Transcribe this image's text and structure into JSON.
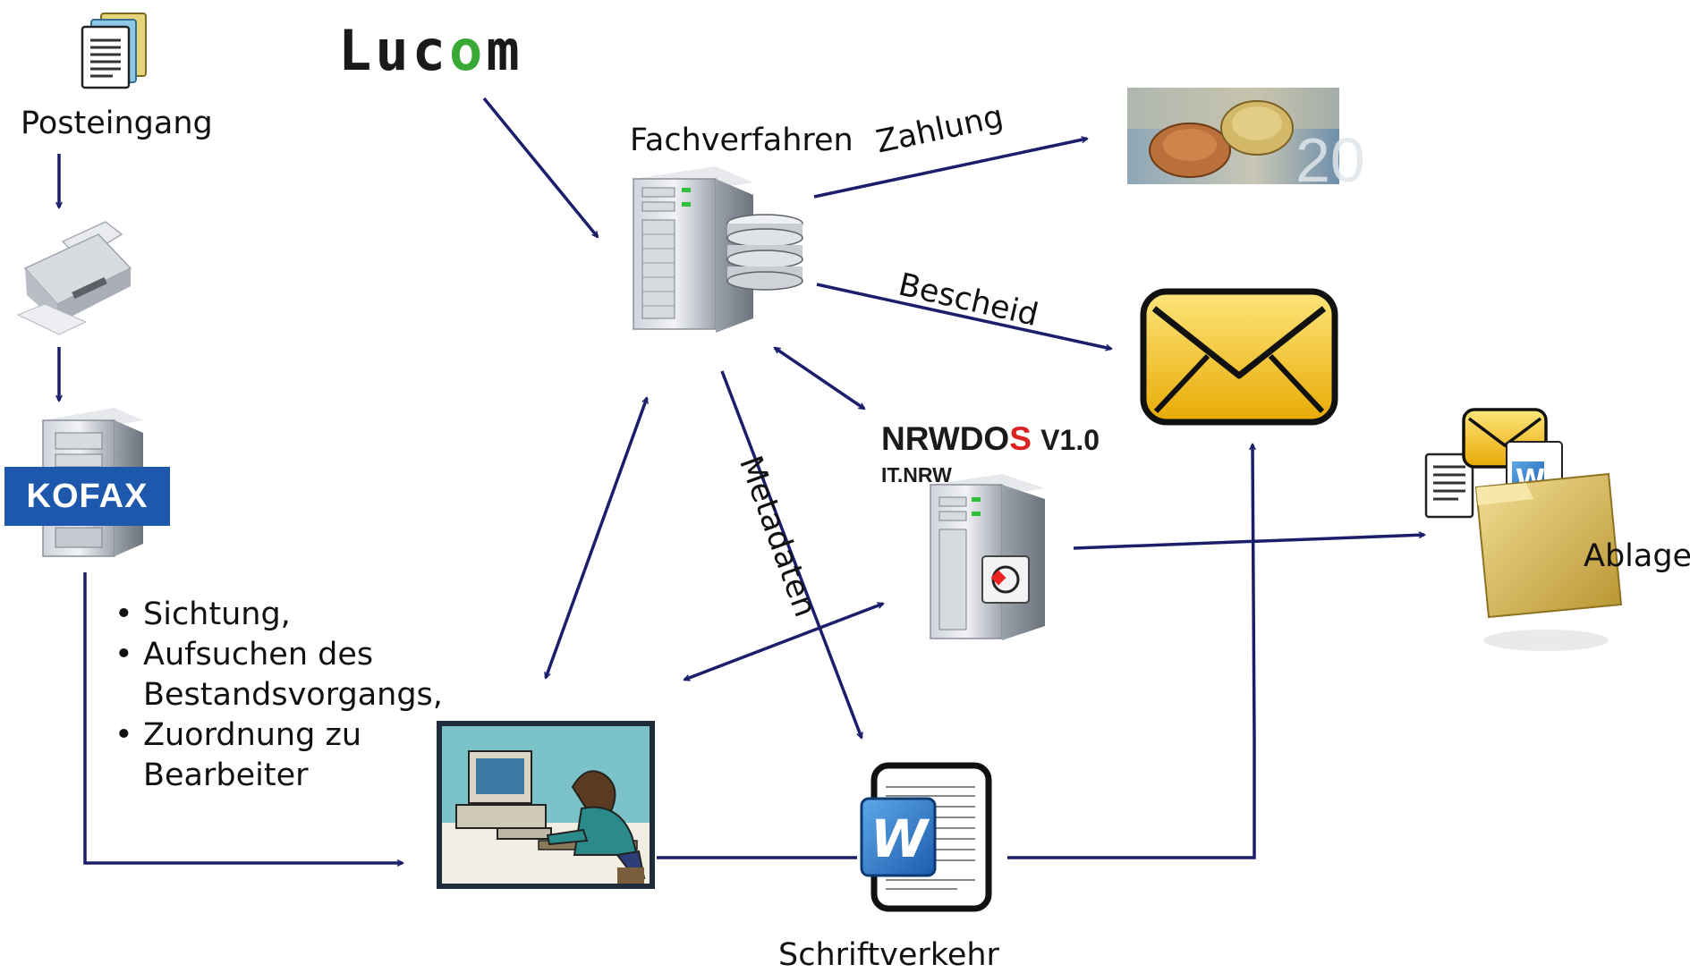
{
  "labels": {
    "posteingang": "Posteingang",
    "fachverfahren": "Fachverfahren",
    "zahlung": "Zahlung",
    "bescheid": "Bescheid",
    "metadaten": "Metadaten",
    "ablage": "Ablage",
    "schriftverkehr": "Schriftverkehr"
  },
  "bullets": [
    "Sichtung,",
    "Aufsuchen des Bestandsvorgangs,",
    "Zuordnung zu Bearbeiter"
  ],
  "bullet_lines": {
    "b1": "Sichtung,",
    "b2a": "Aufsuchen des",
    "b2b": "Bestandsvorgangs,",
    "b3a": "Zuordnung zu",
    "b3b": "Bearbeiter"
  },
  "logos": {
    "lucom_pre": "Luc",
    "lucom_o": "o",
    "lucom_post": "m",
    "kofax": "KOFAX",
    "nrwdos_pre": "NRWDO",
    "nrwdos_s": "S",
    "nrwdos_ver": "V1.0",
    "itnrw": "IT.NRW"
  },
  "colors": {
    "arrow": "#1b1f6b",
    "kofax_blue": "#1d58ad",
    "lucom_green": "#39a935",
    "envelope_yellow": "#f4c20d"
  },
  "icons": [
    "documents-icon",
    "scanner-icon",
    "kofax-server-icon",
    "database-server-icon",
    "coins-icon",
    "envelope-icon",
    "nrwdos-server-icon",
    "workstation-user-icon",
    "word-document-icon",
    "ablage-folder-icon"
  ]
}
